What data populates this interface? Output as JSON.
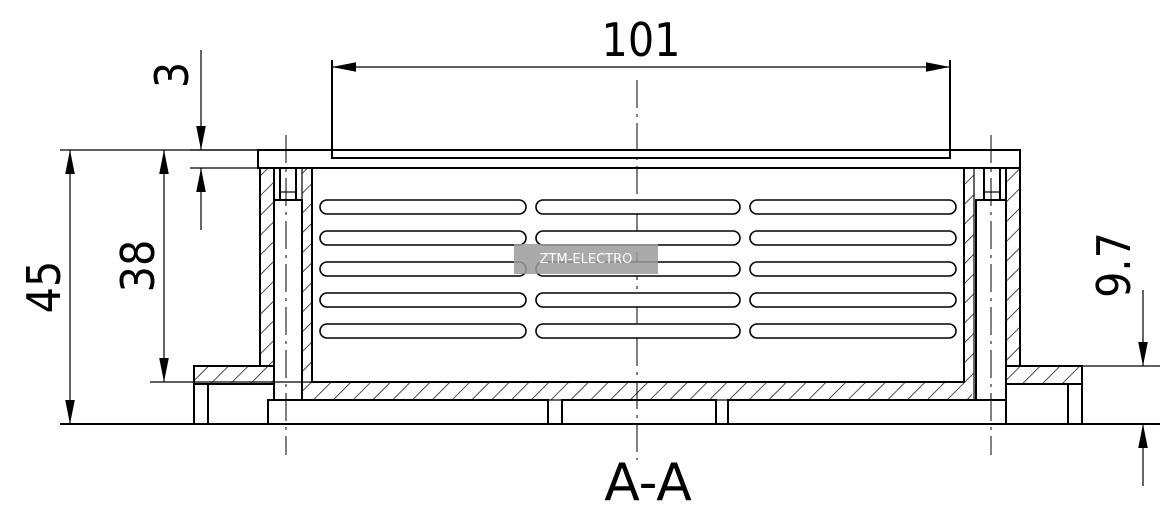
{
  "drawing": {
    "section_label": "A-A",
    "dimensions": {
      "top_width": "101",
      "lip_thickness": "3",
      "overall_height": "45",
      "inner_height": "38",
      "base_step": "9.7"
    },
    "watermark": "ZTM-ELECTRO",
    "slots": {
      "rows": 5,
      "columns": 3
    }
  }
}
